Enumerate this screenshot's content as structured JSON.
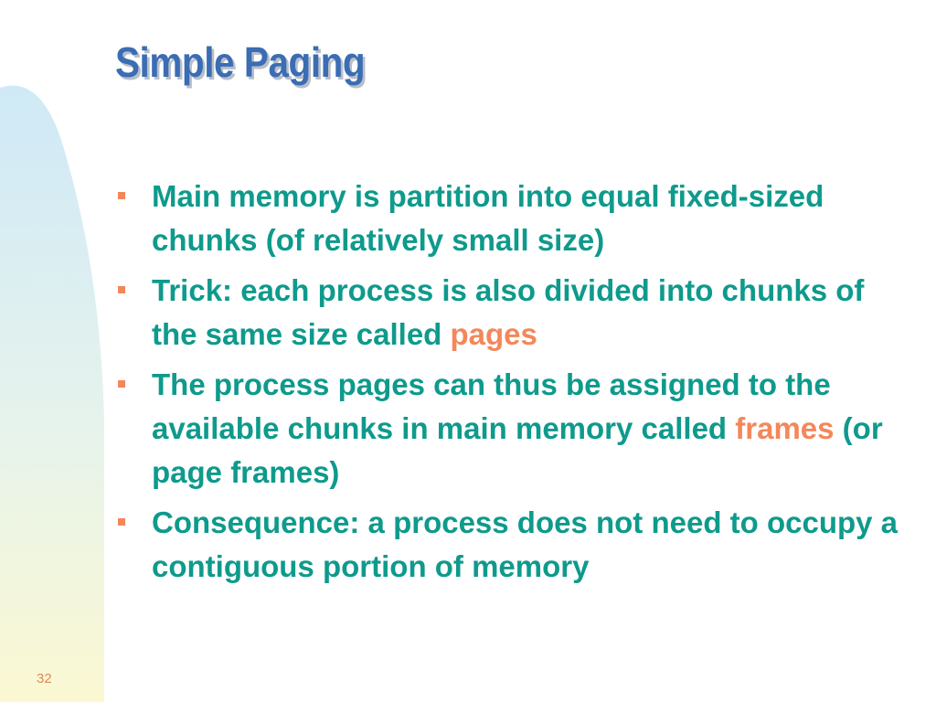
{
  "slide": {
    "title": "Simple Paging",
    "page_number": "32",
    "colors": {
      "title": "#3a6db3",
      "title_shadow": "#b9bec8",
      "body_text": "#0e9a8c",
      "highlight": "#f4875a",
      "bullet": "#f4875a",
      "band_top": "#cfe9f7",
      "band_bottom": "#fbf8d2"
    },
    "bullets": [
      {
        "parts": [
          {
            "text": "Main memory is partition into equal fixed-sized chunks (of relatively small size)"
          }
        ]
      },
      {
        "parts": [
          {
            "text": "Trick: each process is also divided into chunks of the same size called "
          },
          {
            "text": "pages",
            "highlight": true
          }
        ]
      },
      {
        "parts": [
          {
            "text": "The process pages can thus be assigned to the available chunks in main memory called "
          },
          {
            "text": "frames",
            "highlight": true
          },
          {
            "text": " (or page frames)"
          }
        ]
      },
      {
        "parts": [
          {
            "text": "Consequence: a process does not need to occupy a contiguous portion of memory"
          }
        ]
      }
    ]
  }
}
